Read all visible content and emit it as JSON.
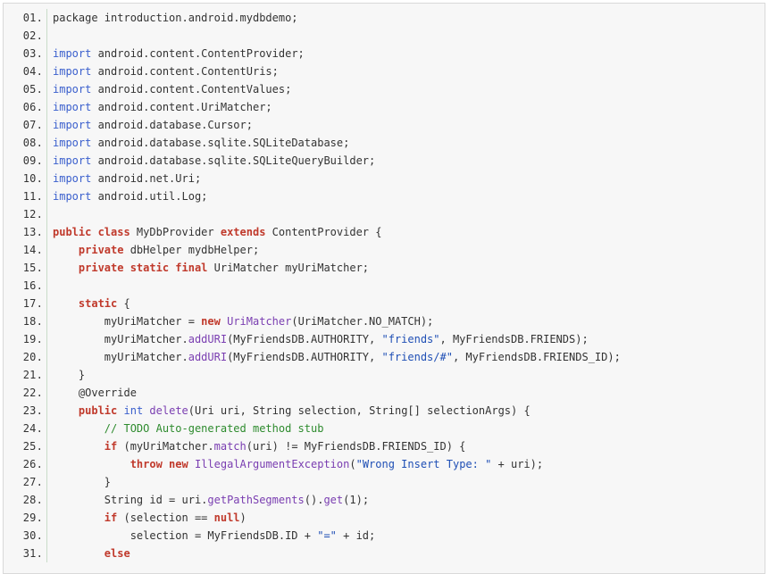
{
  "lines": [
    {
      "n": "01.",
      "t": [
        [
          "pl",
          "package introduction.android.mydbdemo;"
        ]
      ]
    },
    {
      "n": "02.",
      "t": []
    },
    {
      "n": "03.",
      "t": [
        [
          "imp",
          "import"
        ],
        [
          "pl",
          " android.content.ContentProvider;"
        ]
      ]
    },
    {
      "n": "04.",
      "t": [
        [
          "imp",
          "import"
        ],
        [
          "pl",
          " android.content.ContentUris;"
        ]
      ]
    },
    {
      "n": "05.",
      "t": [
        [
          "imp",
          "import"
        ],
        [
          "pl",
          " android.content.ContentValues;"
        ]
      ]
    },
    {
      "n": "06.",
      "t": [
        [
          "imp",
          "import"
        ],
        [
          "pl",
          " android.content.UriMatcher;"
        ]
      ]
    },
    {
      "n": "07.",
      "t": [
        [
          "imp",
          "import"
        ],
        [
          "pl",
          " android.database.Cursor;"
        ]
      ]
    },
    {
      "n": "08.",
      "t": [
        [
          "imp",
          "import"
        ],
        [
          "pl",
          " android.database.sqlite.SQLiteDatabase;"
        ]
      ]
    },
    {
      "n": "09.",
      "t": [
        [
          "imp",
          "import"
        ],
        [
          "pl",
          " android.database.sqlite.SQLiteQueryBuilder;"
        ]
      ]
    },
    {
      "n": "10.",
      "t": [
        [
          "imp",
          "import"
        ],
        [
          "pl",
          " android.net.Uri;"
        ]
      ]
    },
    {
      "n": "11.",
      "t": [
        [
          "imp",
          "import"
        ],
        [
          "pl",
          " android.util.Log;"
        ]
      ]
    },
    {
      "n": "12.",
      "t": []
    },
    {
      "n": "13.",
      "t": [
        [
          "kwc",
          "public class"
        ],
        [
          "pl",
          " MyDbProvider "
        ],
        [
          "kwc",
          "extends"
        ],
        [
          "pl",
          " ContentProvider {"
        ]
      ]
    },
    {
      "n": "14.",
      "t": [
        [
          "pl",
          "    "
        ],
        [
          "kwc",
          "private"
        ],
        [
          "pl",
          " dbHelper mydbHelper;"
        ]
      ]
    },
    {
      "n": "15.",
      "t": [
        [
          "pl",
          "    "
        ],
        [
          "kwc",
          "private static final"
        ],
        [
          "pl",
          " UriMatcher myUriMatcher;"
        ]
      ]
    },
    {
      "n": "16.",
      "t": []
    },
    {
      "n": "17.",
      "t": [
        [
          "pl",
          "    "
        ],
        [
          "kwc",
          "static"
        ],
        [
          "pl",
          " {"
        ]
      ]
    },
    {
      "n": "18.",
      "t": [
        [
          "pl",
          "        myUriMatcher = "
        ],
        [
          "kwc",
          "new"
        ],
        [
          "pl",
          " "
        ],
        [
          "mth",
          "UriMatcher"
        ],
        [
          "pl",
          "(UriMatcher.NO_MATCH);"
        ]
      ]
    },
    {
      "n": "19.",
      "t": [
        [
          "pl",
          "        myUriMatcher."
        ],
        [
          "mth",
          "addURI"
        ],
        [
          "pl",
          "(MyFriendsDB.AUTHORITY, "
        ],
        [
          "str",
          "\"friends\""
        ],
        [
          "pl",
          ", MyFriendsDB.FRIENDS);"
        ]
      ]
    },
    {
      "n": "20.",
      "t": [
        [
          "pl",
          "        myUriMatcher."
        ],
        [
          "mth",
          "addURI"
        ],
        [
          "pl",
          "(MyFriendsDB.AUTHORITY, "
        ],
        [
          "str",
          "\"friends/#\""
        ],
        [
          "pl",
          ", MyFriendsDB.FRIENDS_ID);"
        ]
      ]
    },
    {
      "n": "21.",
      "t": [
        [
          "pl",
          "    }"
        ]
      ]
    },
    {
      "n": "22.",
      "t": [
        [
          "pl",
          "    @Override"
        ]
      ]
    },
    {
      "n": "23.",
      "t": [
        [
          "pl",
          "    "
        ],
        [
          "kwc",
          "public"
        ],
        [
          "pl",
          " "
        ],
        [
          "imp",
          "int"
        ],
        [
          "pl",
          " "
        ],
        [
          "mth",
          "delete"
        ],
        [
          "pl",
          "(Uri uri, String selection, String[] selectionArgs) {"
        ]
      ]
    },
    {
      "n": "24.",
      "t": [
        [
          "pl",
          "        "
        ],
        [
          "cmt",
          "// TODO Auto-generated method stub"
        ]
      ]
    },
    {
      "n": "25.",
      "t": [
        [
          "pl",
          "        "
        ],
        [
          "kwc",
          "if"
        ],
        [
          "pl",
          " (myUriMatcher."
        ],
        [
          "mth",
          "match"
        ],
        [
          "pl",
          "(uri) != MyFriendsDB.FRIENDS_ID) {"
        ]
      ]
    },
    {
      "n": "26.",
      "t": [
        [
          "pl",
          "            "
        ],
        [
          "kwc",
          "throw new"
        ],
        [
          "pl",
          " "
        ],
        [
          "mth",
          "IllegalArgumentException"
        ],
        [
          "pl",
          "("
        ],
        [
          "str",
          "\"Wrong Insert Type: \""
        ],
        [
          "pl",
          " + uri);"
        ]
      ]
    },
    {
      "n": "27.",
      "t": [
        [
          "pl",
          "        }"
        ]
      ]
    },
    {
      "n": "28.",
      "t": [
        [
          "pl",
          "        String id = uri."
        ],
        [
          "mth",
          "getPathSegments"
        ],
        [
          "pl",
          "()."
        ],
        [
          "mth",
          "get"
        ],
        [
          "pl",
          "(1);"
        ]
      ]
    },
    {
      "n": "29.",
      "t": [
        [
          "pl",
          "        "
        ],
        [
          "kwc",
          "if"
        ],
        [
          "pl",
          " (selection == "
        ],
        [
          "kwc",
          "null"
        ],
        [
          "pl",
          ")"
        ]
      ]
    },
    {
      "n": "30.",
      "t": [
        [
          "pl",
          "            selection = MyFriendsDB.ID + "
        ],
        [
          "str",
          "\"=\""
        ],
        [
          "pl",
          " + id;"
        ]
      ]
    },
    {
      "n": "31.",
      "t": [
        [
          "pl",
          "        "
        ],
        [
          "kwc",
          "else"
        ]
      ]
    }
  ]
}
